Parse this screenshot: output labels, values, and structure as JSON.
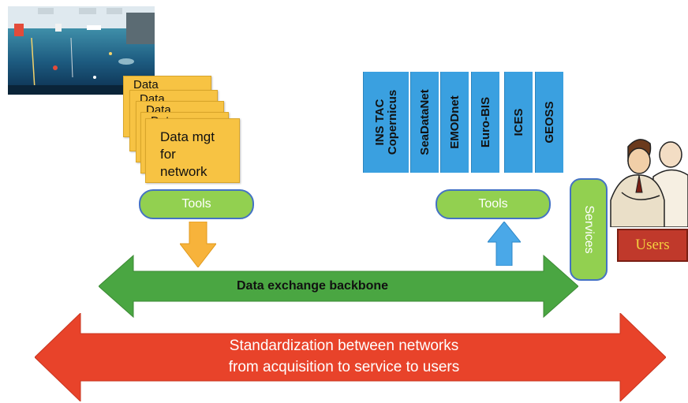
{
  "data_cards": {
    "back_labels": [
      "Data",
      "Data",
      "Data",
      "Data"
    ],
    "front_lines": [
      "Data mgt",
      "for",
      "network"
    ]
  },
  "tools_left": "Tools",
  "tools_right": "Tools",
  "systems": [
    {
      "line1": "INS TAC",
      "line2": "Copernicus"
    },
    {
      "line1": "SeaDataNet",
      "line2": ""
    },
    {
      "line1": "EMODnet",
      "line2": ""
    },
    {
      "line1": "Euro-BIS",
      "line2": ""
    },
    {
      "line1": "ICES",
      "line2": ""
    },
    {
      "line1": "GEOSS",
      "line2": ""
    }
  ],
  "services": "Services",
  "users": "Users",
  "backbone": "Data exchange backbone",
  "standardization": {
    "line1": "Standardization  between networks",
    "line2": "from acquisition to service to users"
  },
  "colors": {
    "card": "#f7c343",
    "pill": "#92d050",
    "pill_border": "#4472c4",
    "bar": "#3aa0e0",
    "backbone": "#4aa642",
    "standardization": "#e8432a",
    "down_arrow": "#f7b33b",
    "up_arrow": "#4aa8e8",
    "users_box": "#c0392b"
  }
}
